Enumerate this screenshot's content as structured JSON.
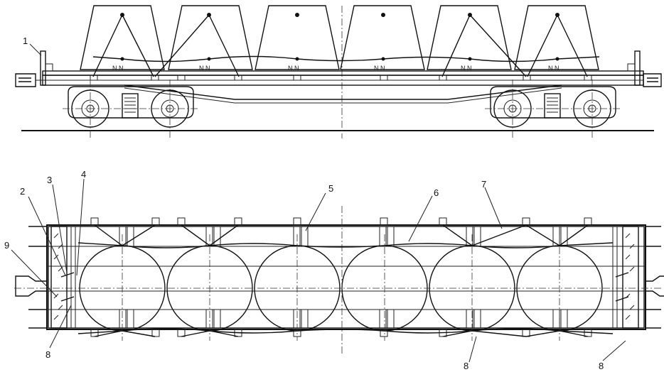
{
  "labels": {
    "n1": "1",
    "n2": "2",
    "n3": "3",
    "n4": "4",
    "n5": "5",
    "n6": "6",
    "n7": "7",
    "n8a": "8",
    "n8b": "8",
    "n8c": "8",
    "n9": "9"
  },
  "side_view": {
    "pallet_count": 6,
    "block_marks": [
      "N N",
      "N N",
      "N N",
      "N N",
      "N N",
      "N N"
    ]
  },
  "top_view": {
    "roll_count": 6
  }
}
